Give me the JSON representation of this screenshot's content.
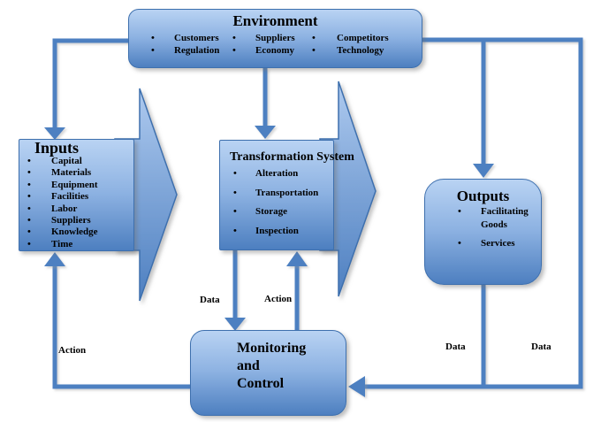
{
  "colors": {
    "accent_line": "#4d80c1",
    "box_border": "#3e70ae",
    "fill_light": "#b9d3f3",
    "fill_dark": "#4d7fc0",
    "text": "#000000"
  },
  "environment": {
    "title": "Environment",
    "columns": [
      [
        "Customers",
        "Regulation"
      ],
      [
        "Suppliers",
        "Economy"
      ],
      [
        "Competitors",
        "Technology"
      ]
    ]
  },
  "inputs": {
    "title": "Inputs",
    "items": [
      "Capital",
      "Materials",
      "Equipment",
      "Facilities",
      "Labor",
      "Suppliers",
      "Knowledge",
      "Time"
    ]
  },
  "transformation": {
    "title": "Transformation System",
    "items": [
      "Alteration",
      "Transportation",
      "Storage",
      "Inspection"
    ]
  },
  "outputs": {
    "title": "Outputs",
    "items": [
      "Facilitating Goods",
      "Services"
    ]
  },
  "monitoring": {
    "title": "Monitoring and Control"
  },
  "labels": {
    "data_to_monitoring": "Data",
    "action_to_transformation": "Action",
    "action_to_inputs": "Action",
    "data_from_outputs": "Data",
    "data_from_environment": "Data"
  },
  "bullet": "•"
}
